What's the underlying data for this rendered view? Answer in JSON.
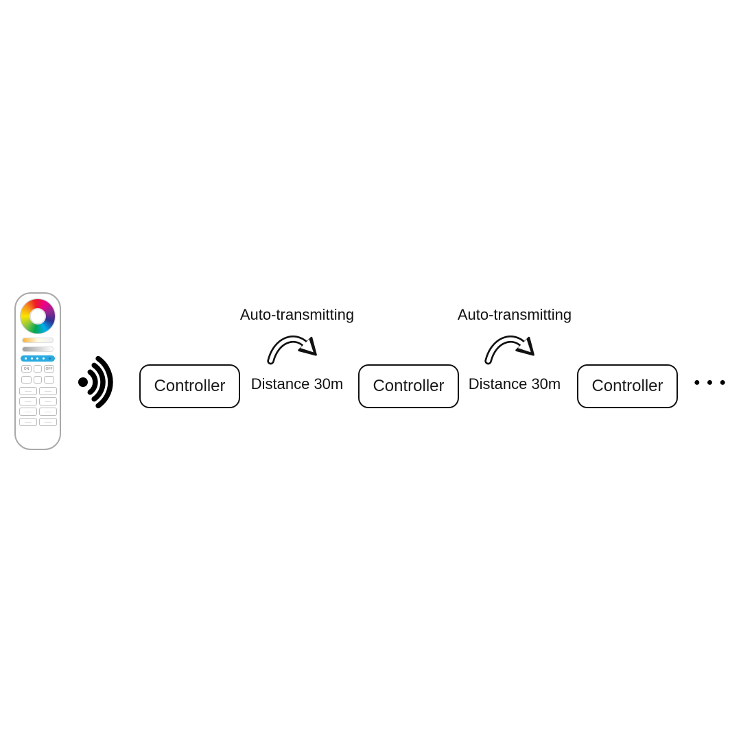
{
  "remote": {
    "on_label": "ON",
    "off_label": "OFF"
  },
  "icons": {
    "signal": "rf-signal-icon",
    "arrow": "auto-transmit-arrow-icon",
    "color_wheel": "color-wheel"
  },
  "chain": {
    "controllers": [
      {
        "label": "Controller"
      },
      {
        "label": "Controller"
      },
      {
        "label": "Controller"
      }
    ],
    "hops": [
      {
        "title": "Auto-transmitting",
        "distance": "Distance 30m"
      },
      {
        "title": "Auto-transmitting",
        "distance": "Distance 30m"
      }
    ],
    "ellipsis": "●●●"
  }
}
